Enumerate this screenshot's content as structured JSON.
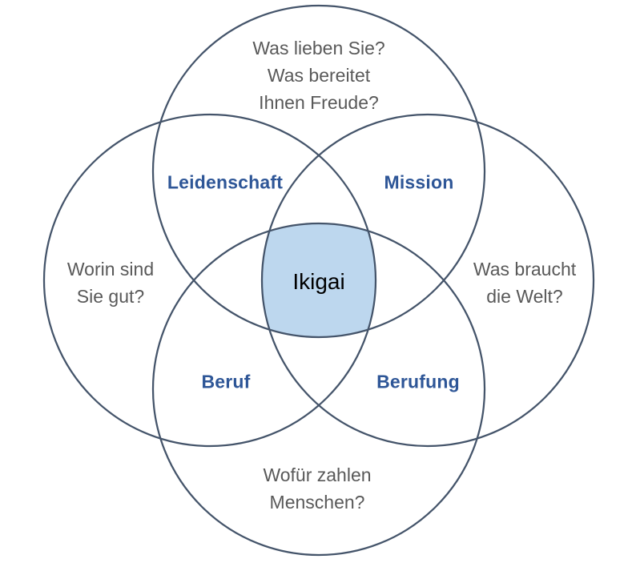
{
  "diagram": {
    "type": "ikigai-venn",
    "colors": {
      "background": "#FFFFFF",
      "circle_stroke": "#44546A",
      "center_fill": "#BDD7EE",
      "question_text": "#595959",
      "intersection_text": "#2E5697",
      "center_text": "#000000"
    },
    "circles": {
      "love": {
        "question_lines": [
          "Was lieben Sie?",
          "Was bereitet",
          "Ihnen Freude?"
        ]
      },
      "good_at": {
        "question_lines": [
          "Worin sind",
          "Sie gut?"
        ]
      },
      "world_needs": {
        "question_lines": [
          "Was braucht",
          "die Welt?"
        ]
      },
      "paid_for": {
        "question_lines": [
          "Wofür zahlen",
          "Menschen?"
        ]
      }
    },
    "intersections": {
      "passion": "Leidenschaft",
      "mission": "Mission",
      "profession": "Beruf",
      "vocation": "Berufung",
      "center": "Ikigai"
    }
  }
}
